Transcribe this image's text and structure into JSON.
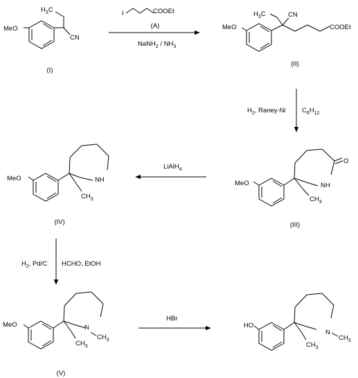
{
  "compounds": {
    "c1": {
      "label": "(I)",
      "ome": "MeO",
      "me": "H",
      "me_sub": "3",
      "me_tail": "C",
      "cn": "CN"
    },
    "c2": {
      "label": "(II)",
      "ome": "MeO",
      "me": "H",
      "me_sub": "3",
      "me_tail": "C",
      "cn": "CN",
      "ester": "COOEt"
    },
    "c3": {
      "label": "(III)",
      "ome": "MeO",
      "nh": "NH",
      "o": "O",
      "et": "CH",
      "et_sub": "3"
    },
    "c4": {
      "label": "(IV)",
      "ome": "MeO",
      "nh": "NH",
      "et": "CH",
      "et_sub": "3"
    },
    "c5": {
      "label": "(V)",
      "ome": "MeO",
      "n": "N",
      "nme": "CH",
      "nme_sub": "3",
      "et": "CH",
      "et_sub": "3"
    },
    "c6": {
      "ho": "HO",
      "n": "N",
      "nme": "CH",
      "nme_sub": "3",
      "et": "CH",
      "et_sub": "3"
    }
  },
  "reagents": {
    "r1_struct": {
      "i": "I",
      "ester": "COOEt"
    },
    "r1_label": "(A)",
    "r1_below": "NaNH",
    "r1_below_sub": "2",
    "r1_below_tail": " / NH",
    "r1_below_sub2": "3",
    "r2_left": "H",
    "r2_left_sub": "2",
    "r2_left_tail": ", Raney-Ni",
    "r2_right": "C",
    "r2_right_sub": "6",
    "r2_right_mid": "H",
    "r2_right_sub2": "12",
    "r3": "LiAlH",
    "r3_sub": "4",
    "r4_left": "H",
    "r4_left_sub": "2",
    "r4_left_tail": ", Pd/C",
    "r4_right": "HCHO, EtOH",
    "r5": "HBr"
  }
}
